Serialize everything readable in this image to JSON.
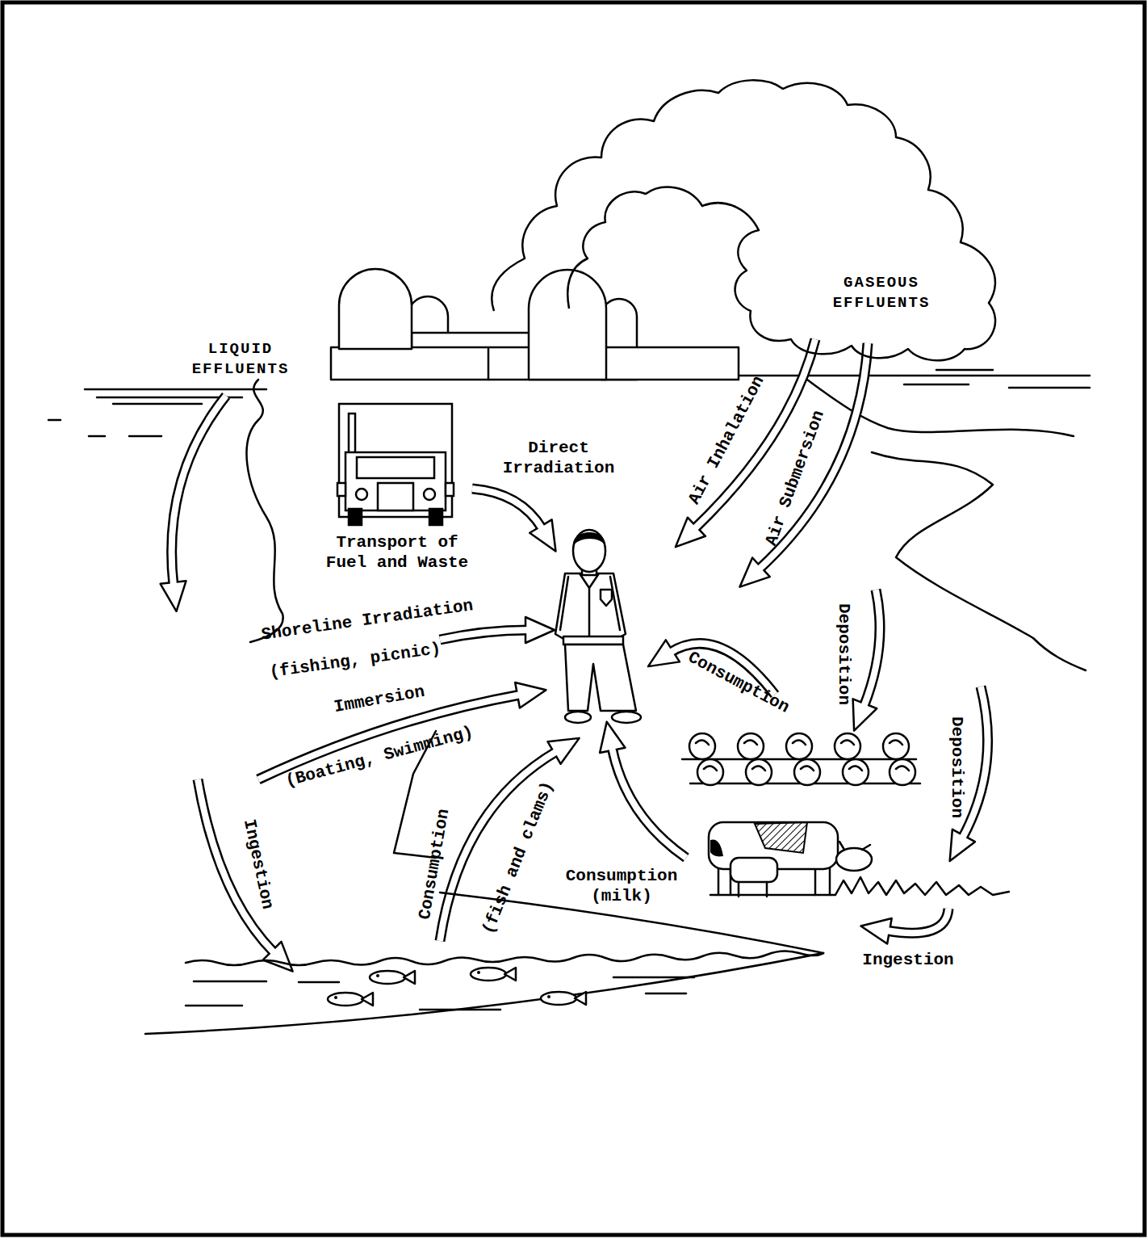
{
  "diagram": {
    "nodes": [
      {
        "text": [
          "GASEOUS EFFLUENTS"
        ]
      },
      {
        "text": [
          "Transport of Fuel and Waste"
        ]
      }
    ],
    "labels": [
      "LIQUID EFFLUENTS",
      "Direct Irradiation",
      "Air Inhalation",
      "Air Submersion",
      "Shoreline Irradiation",
      "(fishing, picnic)",
      "Consumption",
      "Deposition",
      "Immersion",
      "(Boating, Swimming)",
      "Deposition",
      "Ingestion",
      "Consumption",
      "(fish and clams)",
      "Consumption (milk)",
      "Ingestion"
    ]
  }
}
